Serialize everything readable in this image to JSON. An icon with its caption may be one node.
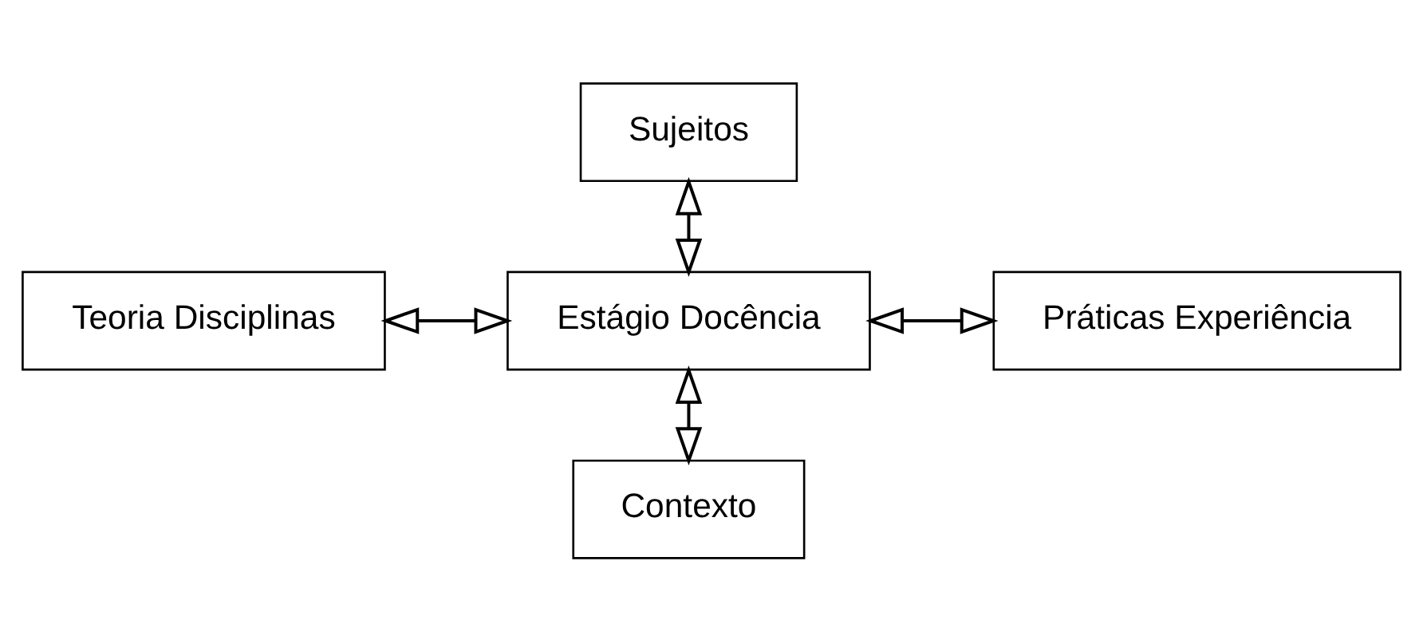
{
  "diagram": {
    "nodes": [
      {
        "text": [
          "Sujeitos"
        ]
      },
      {
        "text": [
          "Teoria Disciplinas"
        ]
      },
      {
        "text": [
          "Estágio Docência"
        ]
      },
      {
        "text": [
          "Práticas Experiência"
        ]
      },
      {
        "text": [
          "Contexto"
        ]
      }
    ],
    "edges": [
      {
        "from": 0,
        "to": 2,
        "arrow": "both"
      },
      {
        "from": 1,
        "to": 2,
        "arrow": "both"
      },
      {
        "from": 3,
        "to": 2,
        "arrow": "both"
      },
      {
        "from": 4,
        "to": 2,
        "arrow": "both"
      }
    ]
  }
}
